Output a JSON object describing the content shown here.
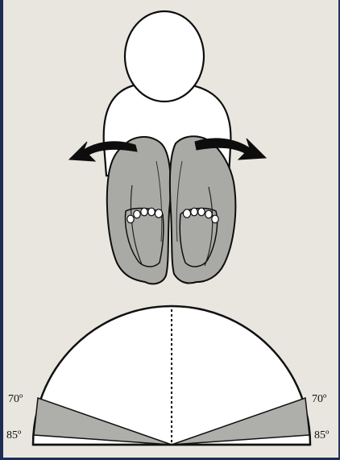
{
  "figure": {
    "left_labels": {
      "upper": "70º",
      "lower": "85º"
    },
    "right_labels": {
      "upper": "70º",
      "lower": "85º"
    },
    "colors": {
      "background": "#e9e6df",
      "frame": "#1d2c52",
      "outline": "#111111",
      "body_fill": "#ffffff",
      "leg_fill": "#a9a9a6",
      "wedge_fill": "#aeaeab"
    },
    "icons": [
      "curved-arrow-left-icon",
      "curved-arrow-right-icon"
    ]
  }
}
